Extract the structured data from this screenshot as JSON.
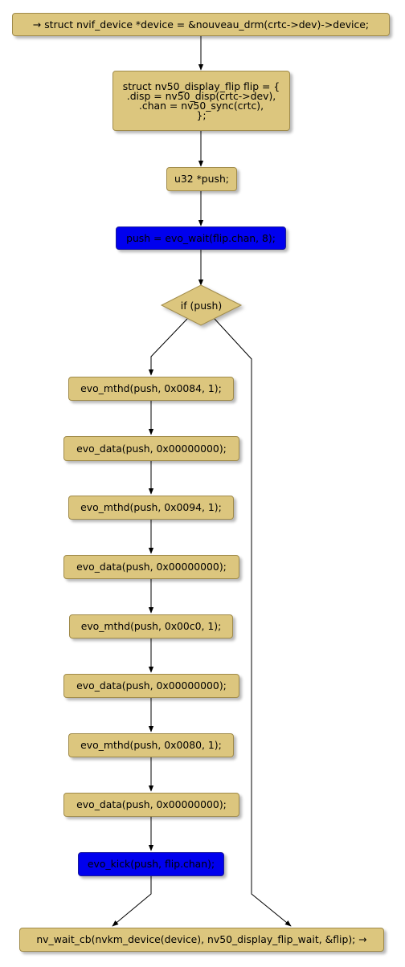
{
  "colors": {
    "node_fill": "#dcc67e",
    "node_border": "#a08b4a",
    "highlight_fill": "#0000ee",
    "edge": "#000000"
  },
  "nodes": {
    "start": "→ struct nvif_device *device = &nouveau_drm(crtc->dev)->device;",
    "flip_decl": "struct nv50_display_flip flip = {\n.disp = nv50_disp(crtc->dev),\n.chan = nv50_sync(crtc),\n};",
    "push_decl": "u32 *push;",
    "evo_wait": "push = evo_wait(flip.chan, 8);",
    "if_push": "if (push)",
    "mthd_0084": "evo_mthd(push, 0x0084, 1);",
    "data_1": "evo_data(push, 0x00000000);",
    "mthd_0094": "evo_mthd(push, 0x0094, 1);",
    "data_2": "evo_data(push, 0x00000000);",
    "mthd_00c0": "evo_mthd(push, 0x00c0, 1);",
    "data_3": "evo_data(push, 0x00000000);",
    "mthd_0080": "evo_mthd(push, 0x0080, 1);",
    "data_4": "evo_data(push, 0x00000000);",
    "evo_kick": "evo_kick(push, flip.chan);",
    "end": "nv_wait_cb(nvkm_device(device), nv50_display_flip_wait, &flip); →"
  }
}
